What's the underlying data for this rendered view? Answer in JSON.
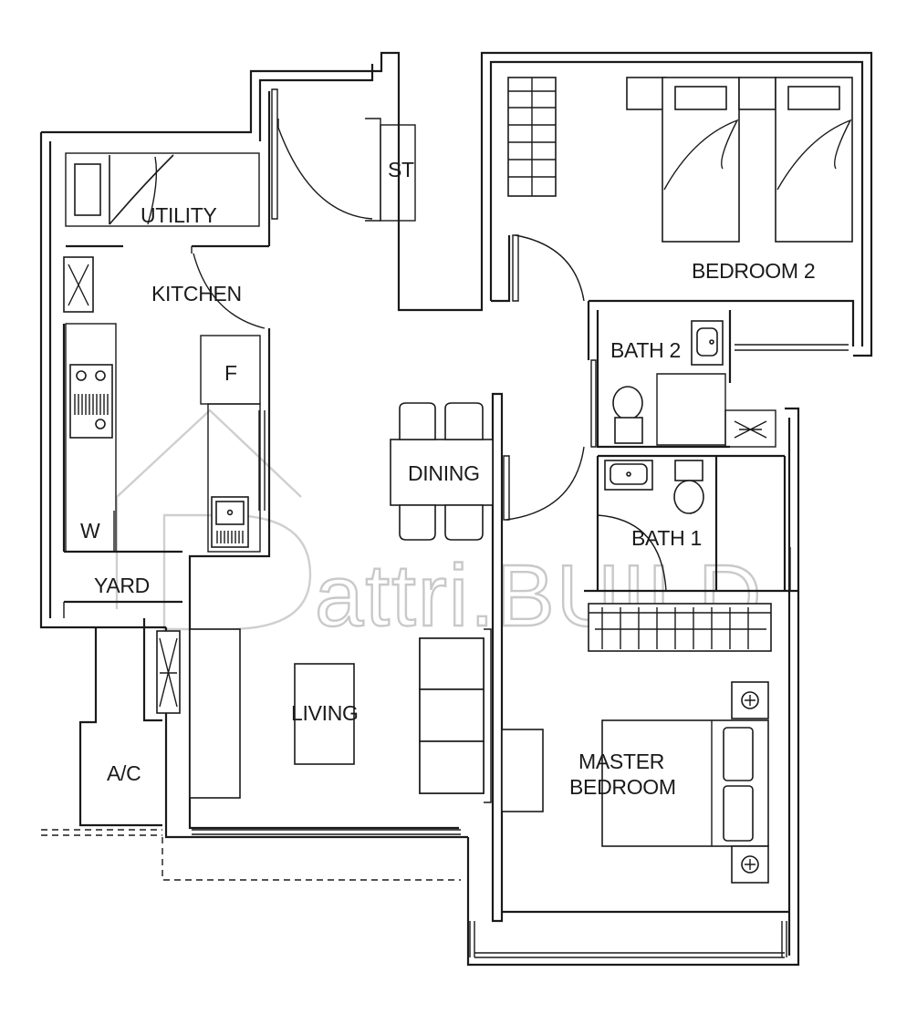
{
  "plan": {
    "rooms": {
      "utility": "UTILITY",
      "kitchen": "KITCHEN",
      "store": "ST",
      "bedroom2": "BEDROOM 2",
      "bath2": "BATH 2",
      "fridge": "F",
      "dining": "DINING",
      "washer": "W",
      "bath1": "BATH 1",
      "yard": "YARD",
      "living": "LIVING",
      "master_line1": "MASTER",
      "master_line2": "BEDROOM",
      "aircon": "A/C"
    },
    "watermark": "attri.BUILD"
  }
}
